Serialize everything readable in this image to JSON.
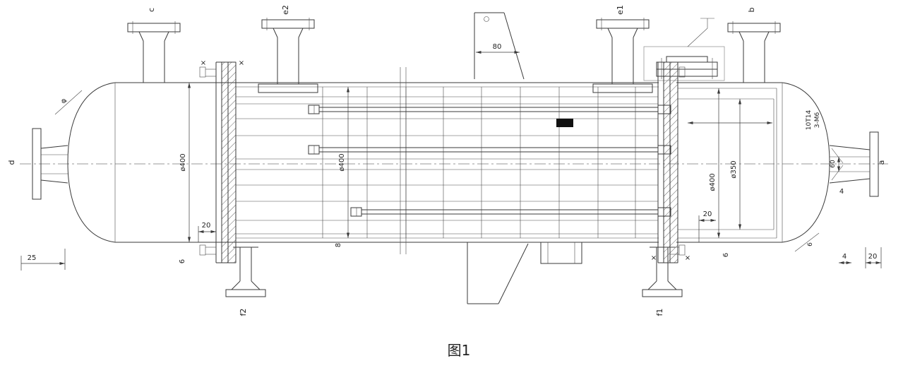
{
  "figure": {
    "caption": "图1"
  },
  "nozzles": {
    "c": "c",
    "e2": "e2",
    "e1": "e1",
    "b": "b",
    "d_left": "d",
    "a_right": "a",
    "f2": "f2",
    "f1": "f1"
  },
  "dims": {
    "d25": "25",
    "phi400_left": "ø400",
    "d20_left": "20",
    "d6_left": "6",
    "phi400_mid": "ø400",
    "d8_mid": "8",
    "d80_top": "80",
    "d20_right": "20",
    "phi400_right": "ø400",
    "phi350_right": "ø350",
    "d6_right": "6",
    "d60_nozzle": "60",
    "d4_right": "4",
    "d4_bottom": "4",
    "d20_bottom": "20",
    "d6_head": "6",
    "weld_note_left": "φ",
    "note1": "10T14",
    "note2": "3-M6",
    "weld_mark": "×"
  },
  "colors": {
    "line": "#3a3a3a",
    "background": "#ffffff"
  }
}
